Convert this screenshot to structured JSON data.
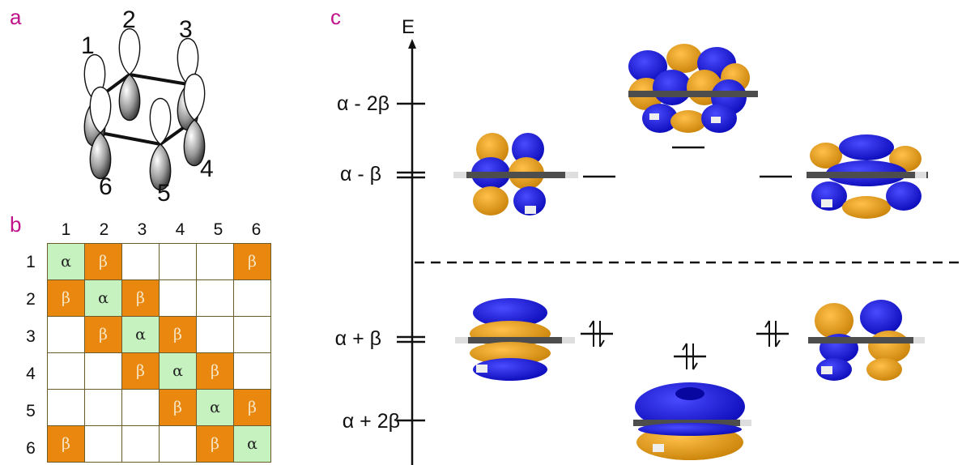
{
  "panels": {
    "a": "a",
    "b": "b",
    "c": "c"
  },
  "orbital_numbers": [
    "1",
    "2",
    "3",
    "4",
    "5",
    "6"
  ],
  "matrix": {
    "col_headers": [
      "1",
      "2",
      "3",
      "4",
      "5",
      "6"
    ],
    "row_headers": [
      "1",
      "2",
      "3",
      "4",
      "5",
      "6"
    ],
    "cells": [
      [
        "α",
        "β",
        "",
        "",
        "",
        "β"
      ],
      [
        "β",
        "α",
        "β",
        "",
        "",
        ""
      ],
      [
        "",
        "β",
        "α",
        "β",
        "",
        ""
      ],
      [
        "",
        "",
        "β",
        "α",
        "β",
        ""
      ],
      [
        "",
        "",
        "",
        "β",
        "α",
        "β"
      ],
      [
        "β",
        "",
        "",
        "",
        "β",
        "α"
      ]
    ]
  },
  "energy_diagram": {
    "axis_label": "E",
    "levels": [
      "α - 2β",
      "α - β",
      "α + β",
      "α + 2β"
    ]
  },
  "colors": {
    "alpha_cell": "#c6f2c0",
    "beta_cell": "#e9870f",
    "lobe_blue": "#1414d8",
    "lobe_orange": "#e9a012",
    "panel_label": "#c0128a"
  }
}
